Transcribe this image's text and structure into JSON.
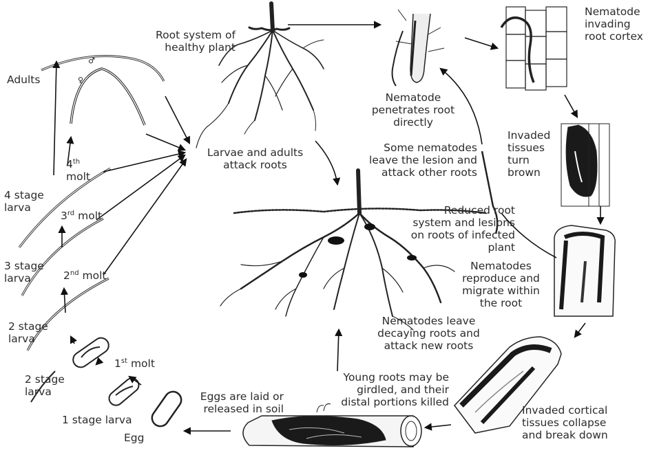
{
  "diagram": {
    "labels": {
      "nematode_invading_root_cortex": "Nematode\ninvading\nroot cortex",
      "root_system_healthy_plant": "Root system of\nhealthy plant",
      "nematode_penetrates_root": "Nematode\npenetrates root\ndirectly",
      "adults": "Adults",
      "larvae_adults_attack_roots": "Larvae and adults\nattack roots",
      "some_nematodes_leave": "Some nematodes\nleave the lesion and\nattack other roots",
      "invaded_tissues_turn_brown": "Invaded\ntissues\nturn\nbrown",
      "molt_4_num": "4",
      "molt_4_sup": "th",
      "molt_4_word": "molt",
      "stage_4_larva": "4 stage\nlarva",
      "molt_3_num": "3",
      "molt_3_sup": "rd",
      "molt_3_word": "molt",
      "reduced_root_system": "Reduced root\nsystem and lesions\non roots of infected\nplant",
      "stage_3_larva": "3 stage\nlarva",
      "molt_2_num": "2",
      "molt_2_sup": "nd",
      "molt_2_word": "molt",
      "nematodes_reproduce": "Nematodes\nreproduce and\nmigrate within\nthe root",
      "stage_2_larva_upper": "2 stage\nlarva",
      "nematodes_leave_decaying": "Nematodes leave\ndecaying roots and\nattack new roots",
      "molt_1_num": "1",
      "molt_1_sup": "st",
      "molt_1_word": "molt",
      "stage_2_larva_lower": "2 stage\nlarva",
      "young_roots_girdled": "Young roots may be\ngirdled, and their\ndistal portions killed",
      "eggs_laid": "Eggs are laid or\nreleased in soil",
      "invaded_cortical_collapse": "Invaded cortical\ntissues collapse\nand break down",
      "stage_1_larva": "1 stage larva",
      "egg": "Egg"
    }
  }
}
